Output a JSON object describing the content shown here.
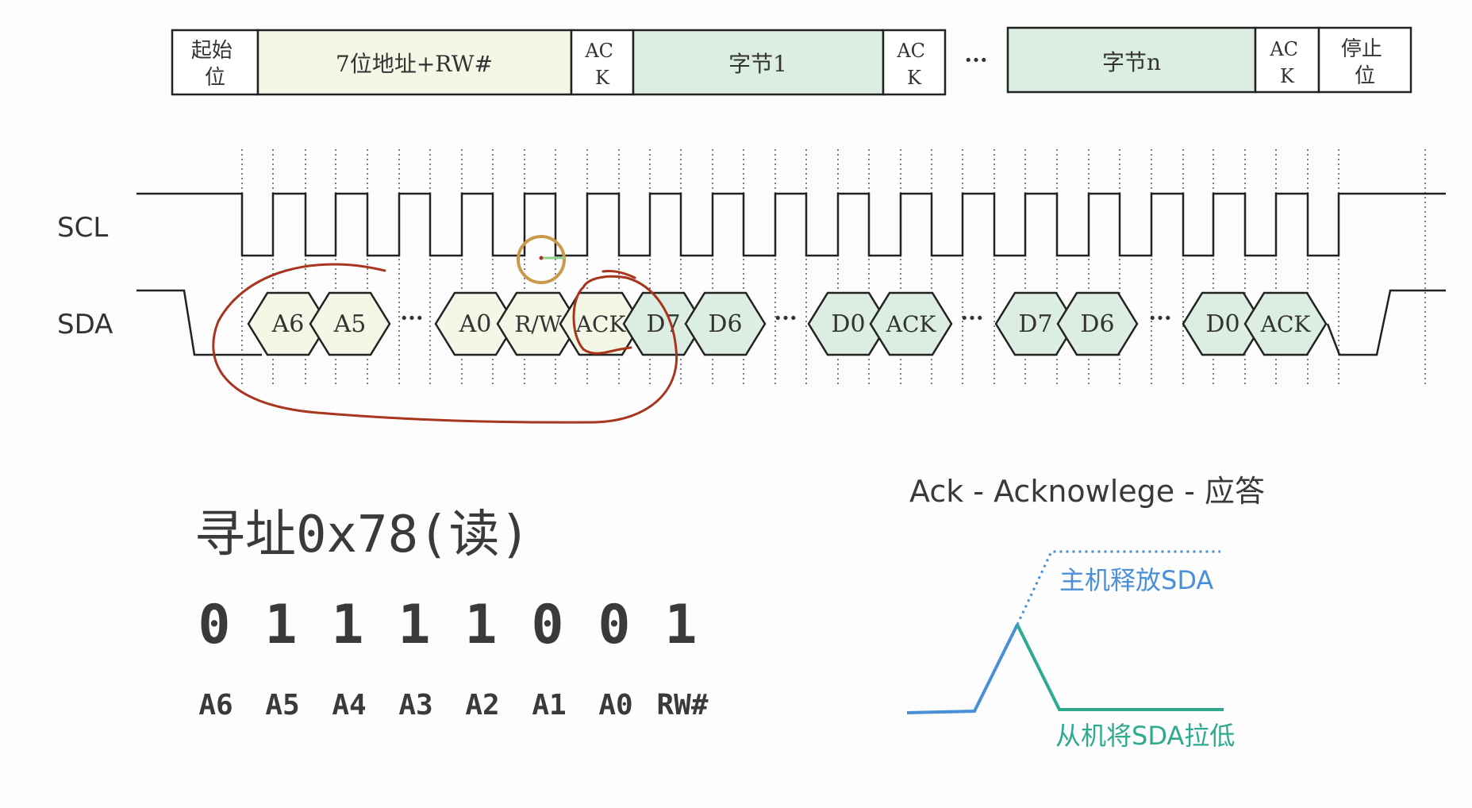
{
  "frame": {
    "start": "起始\n位",
    "address": "7位地址+RW#",
    "ack1": "AC\nK",
    "byte1": "字节1",
    "ack2": "AC\nK",
    "ellipsis": "···",
    "byten": "字节n",
    "ack3": "AC\nK",
    "stop": "停止\n位"
  },
  "signals": {
    "scl": "SCL",
    "sda": "SDA"
  },
  "sda_segments": [
    "A6",
    "A5",
    "···",
    "A0",
    "R/W",
    "ACK",
    "D7",
    "D6",
    "···",
    "D0",
    "ACK",
    "···",
    "D7",
    "D6",
    "···",
    "D0",
    "ACK"
  ],
  "address_example": {
    "title": "寻址0x78(读)",
    "bits": [
      "0",
      "1",
      "1",
      "1",
      "1",
      "0",
      "0",
      "1"
    ],
    "bit_names": [
      "A6",
      "A5",
      "A4",
      "A3",
      "A2",
      "A1",
      "A0",
      "RW#"
    ]
  },
  "ack_panel": {
    "title": "Ack - Acknowlege - 应答",
    "master_release": "主机释放SDA",
    "slave_pull_low": "从机将SDA拉低"
  },
  "colors": {
    "address_fill": "#f3f7e6",
    "data_fill": "#dcede1",
    "annotation_red": "#a8351e",
    "cursor_ring": "#c99a4c",
    "line_blue": "#4a90d9",
    "line_green": "#2eaa8e"
  }
}
